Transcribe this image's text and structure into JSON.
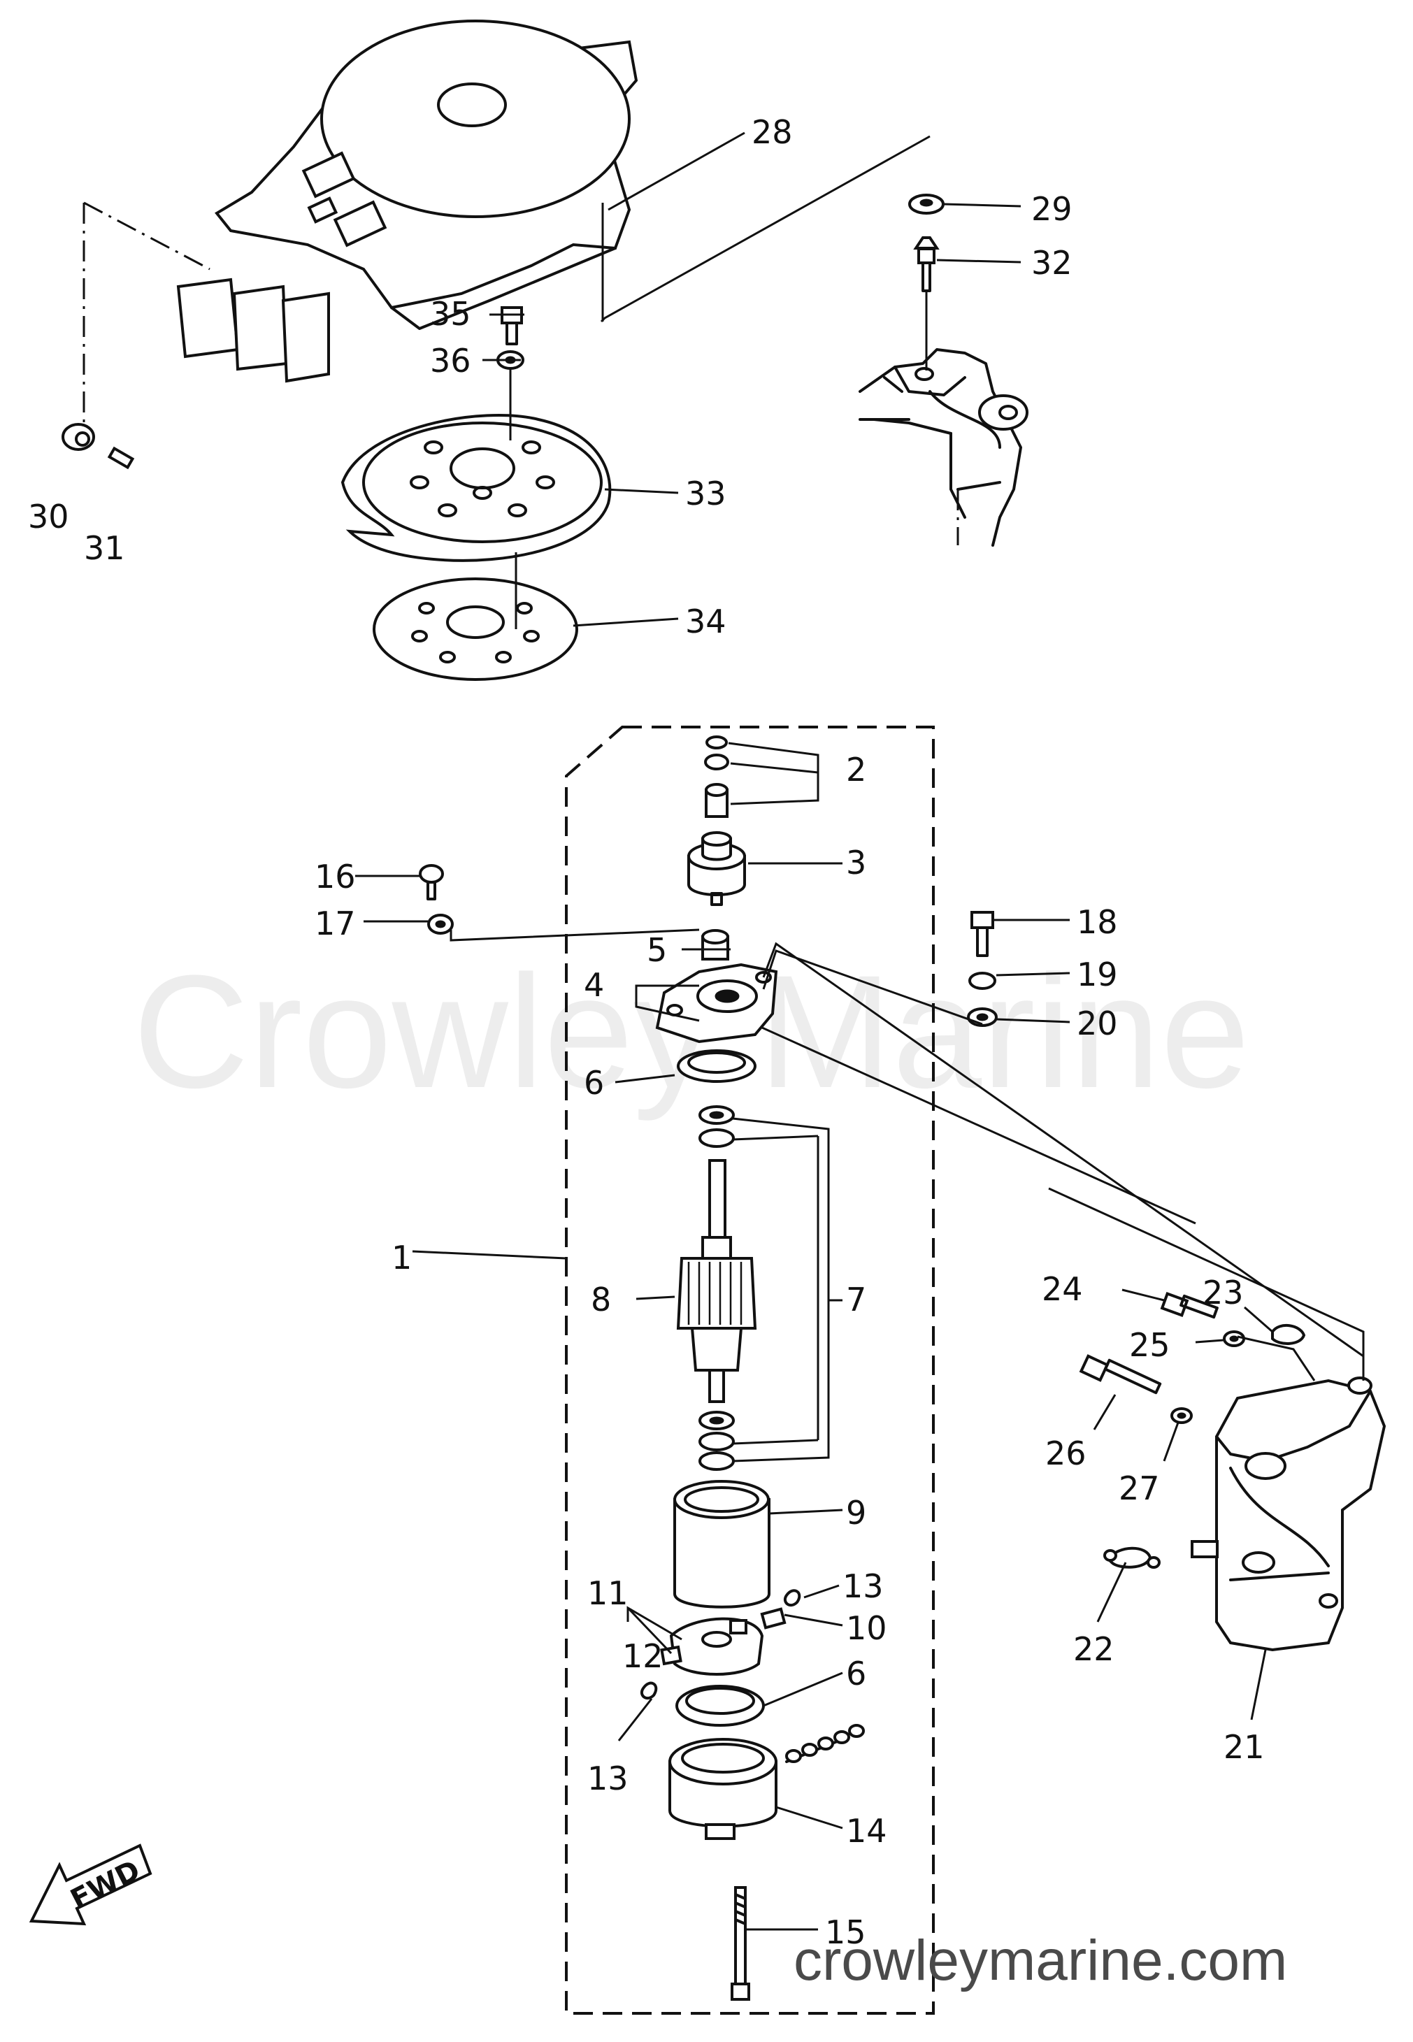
{
  "watermark": "Crowley Marine",
  "site_label": "crowleymarine.com",
  "fwd_label": "FWD",
  "callouts": {
    "c1": "1",
    "c2": "2",
    "c3": "3",
    "c4": "4",
    "c5": "5",
    "c6a": "6",
    "c6b": "6",
    "c7": "7",
    "c8": "8",
    "c9": "9",
    "c10": "10",
    "c11": "11",
    "c12": "12",
    "c13a": "13",
    "c13b": "13",
    "c14": "14",
    "c15": "15",
    "c16": "16",
    "c17": "17",
    "c18": "18",
    "c19": "19",
    "c20": "20",
    "c21": "21",
    "c22": "22",
    "c23": "23",
    "c24": "24",
    "c25": "25",
    "c26": "26",
    "c27": "27",
    "c28": "28",
    "c29": "29",
    "c30": "30",
    "c31": "31",
    "c32": "32",
    "c33": "33",
    "c34": "34",
    "c35": "35",
    "c36": "36"
  },
  "colors": {
    "line": "#111111",
    "background": "#ffffff",
    "watermark": "#000000",
    "site_label": "#4a4a4a"
  }
}
